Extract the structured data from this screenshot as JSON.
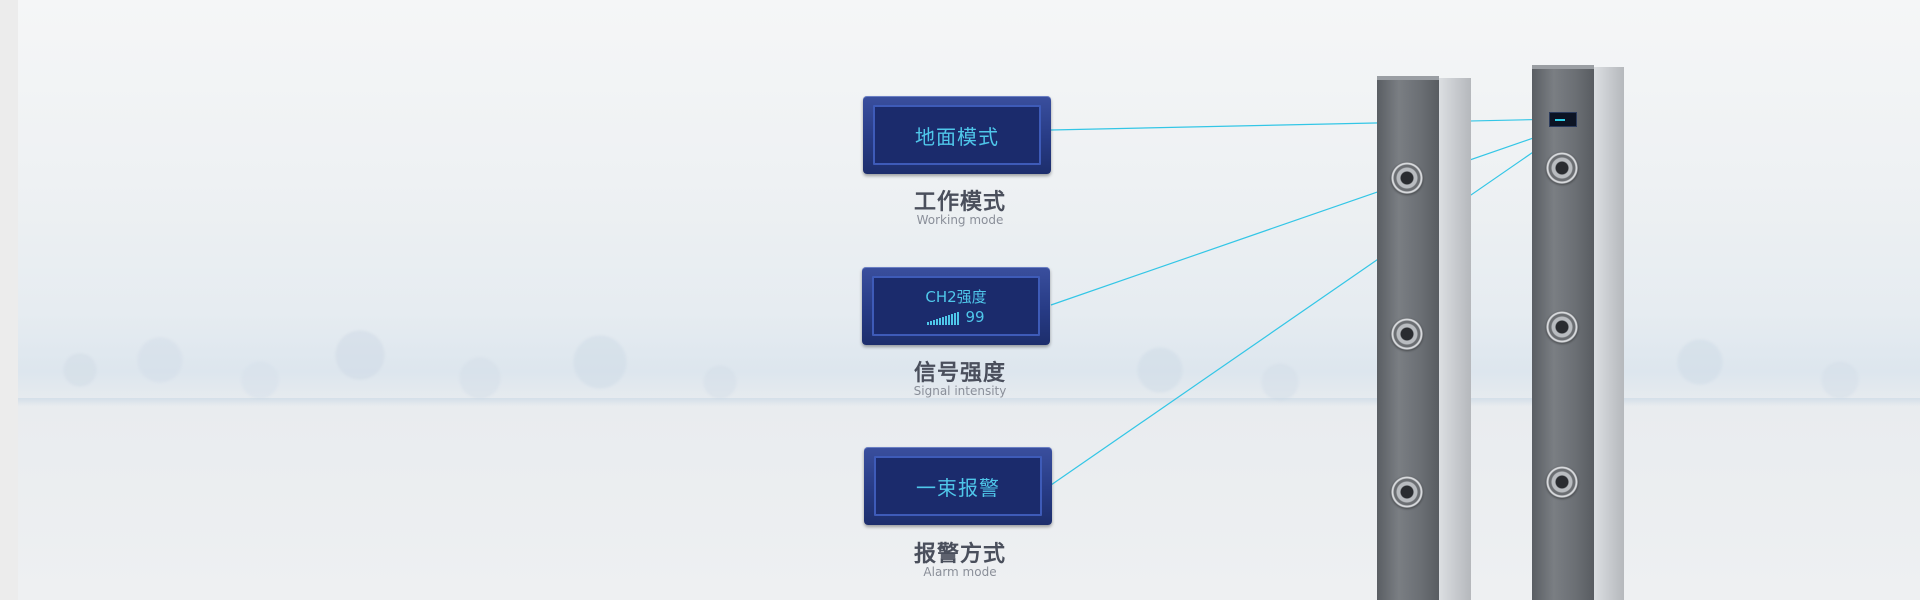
{
  "callouts": [
    {
      "display": "地面模式",
      "title": "工作模式",
      "subtitle": "Working mode"
    },
    {
      "display": "CH2强度",
      "signal_value": "99",
      "title": "信号强度",
      "subtitle": "Signal intensity"
    },
    {
      "display": "一束报警",
      "title": "报警方式",
      "subtitle": "Alarm mode"
    }
  ],
  "colors": {
    "panel": "#273b85",
    "screen_text": "#4fc7ea",
    "leader_line": "#33c6e6"
  },
  "icons": [
    "signal-strength-icon"
  ]
}
